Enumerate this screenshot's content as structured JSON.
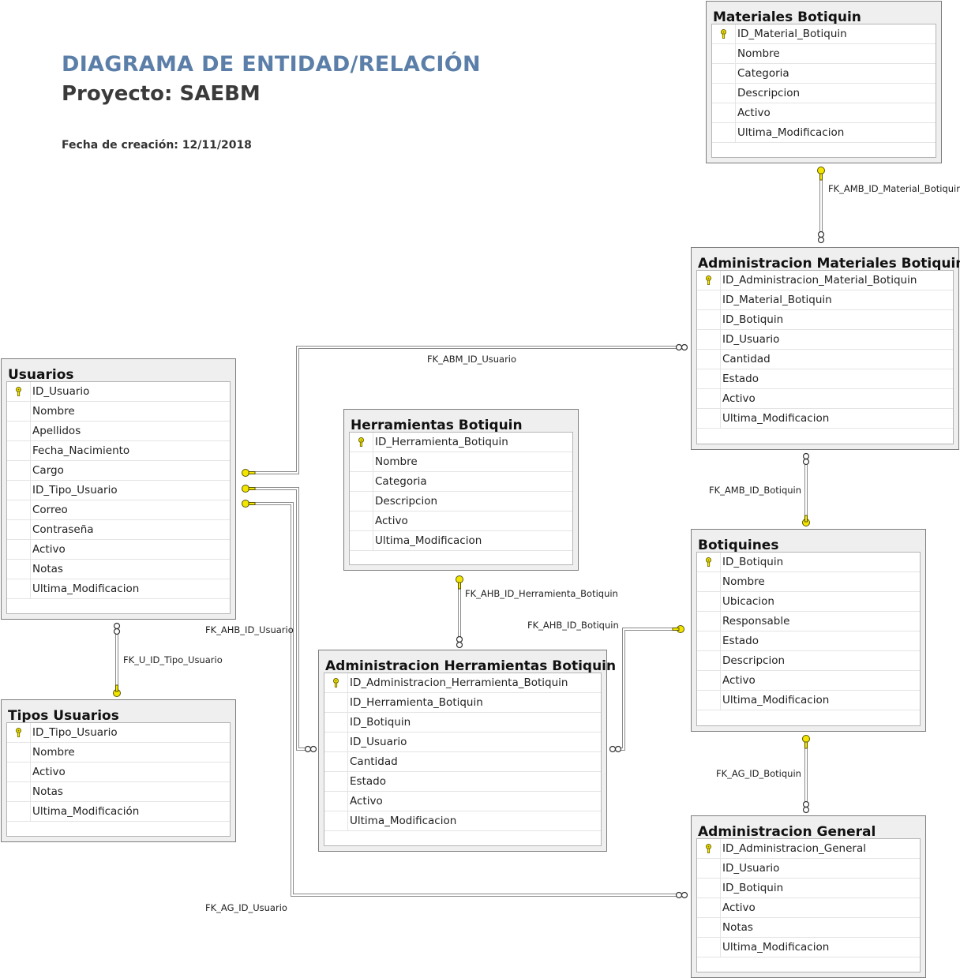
{
  "header": {
    "title": "DIAGRAMA DE ENTIDAD/RELACIÓN",
    "subtitle": "Proyecto: SAEBM",
    "date": "Fecha de creación: 12/11/2018"
  },
  "colors": {
    "title": "#5b7fa8",
    "key": "#f2e600",
    "line": "#8a8a8a"
  },
  "entities": {
    "materiales": {
      "name": "Materiales Botiquin",
      "columns": [
        "ID_Material_Botiquin",
        "Nombre",
        "Categoria",
        "Descripcion",
        "Activo",
        "Ultima_Modificacion"
      ]
    },
    "adm_materiales": {
      "name": "Administracion Materiales Botiquin",
      "columns": [
        "ID_Administracion_Material_Botiquin",
        "ID_Material_Botiquin",
        "ID_Botiquin",
        "ID_Usuario",
        "Cantidad",
        "Estado",
        "Activo",
        "Ultima_Modificacion"
      ]
    },
    "usuarios": {
      "name": "Usuarios",
      "columns": [
        "ID_Usuario",
        "Nombre",
        "Apellidos",
        "Fecha_Nacimiento",
        "Cargo",
        "ID_Tipo_Usuario",
        "Correo",
        "Contraseña",
        "Activo",
        "Notas",
        "Ultima_Modificacion"
      ]
    },
    "herramientas": {
      "name": "Herramientas Botiquin",
      "columns": [
        "ID_Herramienta_Botiquin",
        "Nombre",
        "Categoria",
        "Descripcion",
        "Activo",
        "Ultima_Modificacion"
      ]
    },
    "botiquines": {
      "name": "Botiquines",
      "columns": [
        "ID_Botiquin",
        "Nombre",
        "Ubicacion",
        "Responsable",
        "Estado",
        "Descripcion",
        "Activo",
        "Ultima_Modificacion"
      ]
    },
    "adm_herramientas": {
      "name": "Administracion Herramientas Botiquin",
      "columns": [
        "ID_Administracion_Herramienta_Botiquin",
        "ID_Herramienta_Botiquin",
        "ID_Botiquin",
        "ID_Usuario",
        "Cantidad",
        "Estado",
        "Activo",
        "Ultima_Modificacion"
      ]
    },
    "tipos": {
      "name": "Tipos Usuarios",
      "columns": [
        "ID_Tipo_Usuario",
        "Nombre",
        "Activo",
        "Notas",
        "Ultima_Modificación"
      ]
    },
    "adm_general": {
      "name": "Administracion General",
      "columns": [
        "ID_Administracion_General",
        "ID_Usuario",
        "ID_Botiquin",
        "Activo",
        "Notas",
        "Ultima_Modificacion"
      ]
    }
  },
  "relationships": {
    "amb_material": "FK_AMB_ID_Material_Botiquin",
    "abm_usuario": "FK_ABM_ID_Usuario",
    "amb_botiquin": "FK_AMB_ID_Botiquin",
    "ahb_herramienta": "FK_AHB_ID_Herramienta_Botiquin",
    "ahb_botiquin": "FK_AHB_ID_Botiquin",
    "ahb_usuario": "FK_AHB_ID_Usuario",
    "u_tipo": "FK_U_ID_Tipo_Usuario",
    "ag_botiquin": "FK_AG_ID_Botiquin",
    "ag_usuario": "FK_AG_ID_Usuario"
  }
}
